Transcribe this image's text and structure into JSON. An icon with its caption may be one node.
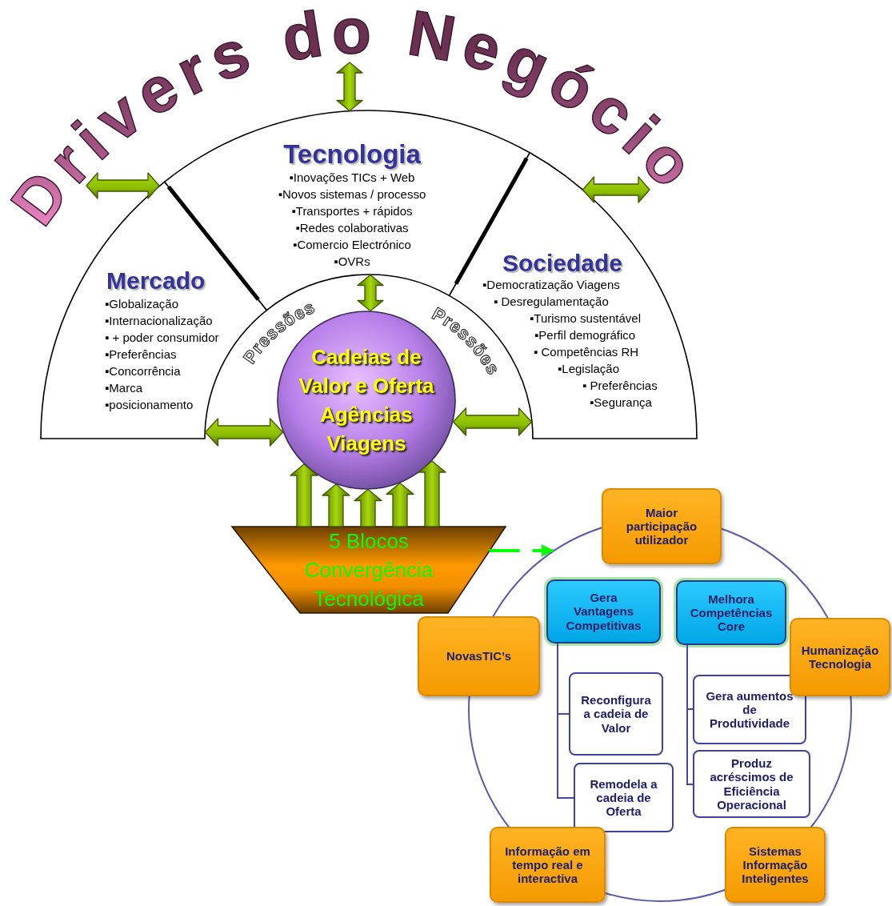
{
  "diagram": {
    "title": "Drivers do Negócio",
    "nodes": [
      {
        "text": [
          "Mercado",
          "▪Globalização",
          "▪Internacionalização",
          "▪ + poder consumidor",
          "▪Preferências",
          "▪Concorrência",
          "▪Marca",
          "▪posicionamento"
        ]
      },
      {
        "text": [
          "Tecnologia",
          "▪Inovações TICs + Web",
          "▪Novos sistemas / processo",
          "▪Transportes + rápidos",
          "▪Redes colaborativas",
          "▪Comercio Electrónico",
          "▪OVRs"
        ]
      },
      {
        "text": [
          "Sociedade",
          "▪Democratização Viagens",
          "▪ Desregulamentação",
          "▪Turismo sustentável",
          "▪Perfil demográfico",
          "▪ Competências RH",
          "▪Legislação",
          "▪ Preferências",
          "▪Segurança"
        ]
      },
      {
        "text": [
          "Cadeias de Valor e Oferta Agências Viagens"
        ]
      },
      {
        "text": [
          "5 Blocos Convergência Tecnológica"
        ]
      },
      {
        "text": [
          "Maior participação utilizador"
        ]
      },
      {
        "text": [],
        "shape": "circle"
      },
      {
        "text": [
          "Gera Vantagens Competitivas"
        ],
        "in": 6
      },
      {
        "text": [
          "Melhora Competências Core"
        ],
        "in": 6
      },
      {
        "text": [
          "NovasTIC’s"
        ]
      },
      {
        "text": [
          "Humanização Tecnologia"
        ]
      },
      {
        "text": [
          "Reconfigura a cadeia de Valor"
        ],
        "in": 6
      },
      {
        "text": [
          "Gera aumentos de Produtividade"
        ],
        "in": 6
      },
      {
        "text": [
          "Remodela a cadeia de Oferta"
        ],
        "in": 6
      },
      {
        "text": [
          "Produz acréscimos de Eficiência Operacional"
        ],
        "in": 6
      },
      {
        "text": [
          "Informação em tempo real e interactiva"
        ]
      },
      {
        "text": [
          "Sistemas Informação Inteligentes"
        ]
      }
    ],
    "edges": [
      {
        "from": null,
        "to": 1,
        "arrow": "both",
        "style": "thick"
      },
      {
        "from": null,
        "to": 0,
        "arrow": "both",
        "style": "thick"
      },
      {
        "from": null,
        "to": 2,
        "arrow": "both",
        "style": "thick"
      },
      {
        "from": 1,
        "to": 3,
        "arrow": "both",
        "style": "thick"
      },
      {
        "from": 0,
        "to": 3,
        "arrow": "both",
        "style": "thick"
      },
      {
        "from": 3,
        "to": 2,
        "arrow": "both",
        "style": "thick"
      },
      {
        "from": 4,
        "to": 3,
        "arrow": "to",
        "style": "thick"
      },
      {
        "from": 4,
        "to": 3,
        "arrow": "to",
        "style": "thick"
      },
      {
        "from": 4,
        "to": 3,
        "arrow": "to",
        "style": "thick"
      },
      {
        "from": 4,
        "to": 3,
        "arrow": "to",
        "style": "thick"
      },
      {
        "from": 4,
        "to": 3,
        "arrow": "to",
        "style": "thick"
      },
      {
        "from": 4,
        "to": 6,
        "arrow": "to",
        "style": "dashed",
        "color": "#00ff00"
      },
      {
        "from": 7,
        "to": 11,
        "arrow": "none",
        "color": "#4646a6"
      },
      {
        "from": 7,
        "to": 13,
        "arrow": "none",
        "color": "#4646a6"
      },
      {
        "from": 8,
        "to": 12,
        "arrow": "none",
        "color": "#4646a6"
      },
      {
        "from": 8,
        "to": 14,
        "arrow": "none",
        "color": "#4646a6"
      }
    ],
    "labels": [
      "Pressões",
      "Pressões"
    ]
  }
}
